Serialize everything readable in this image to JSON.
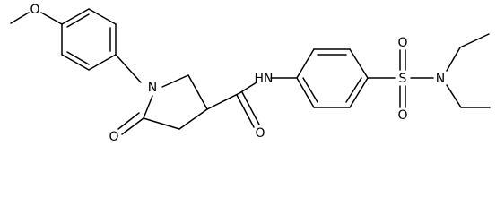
{
  "molecule": {
    "atoms": {
      "methoxy_oxygen": "O",
      "ring_nitrogen": "N",
      "lactam_oxygen": "O",
      "amide_nh": "HN",
      "amide_oxygen": "O",
      "sulfur": "S",
      "sulfonyl_oxygen_top": "O",
      "sulfonyl_oxygen_bottom": "O",
      "sulfonamide_nitrogen": "N"
    }
  }
}
